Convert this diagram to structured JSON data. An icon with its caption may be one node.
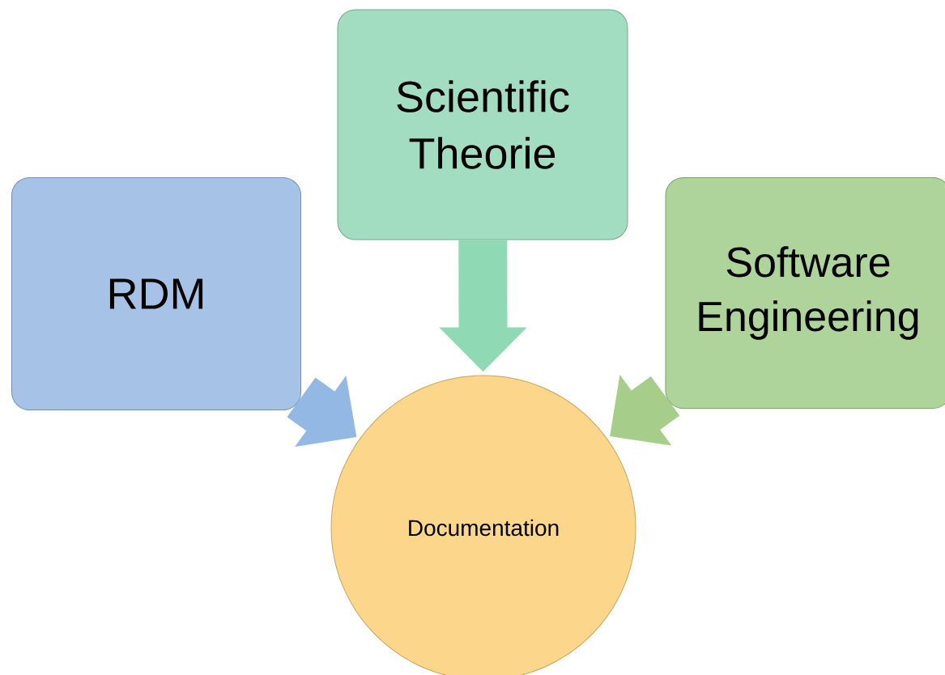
{
  "diagram": {
    "nodes": [
      {
        "text": [
          "Scientific Theorie"
        ]
      },
      {
        "text": [
          "RDM"
        ]
      },
      {
        "text": [
          "Software Engineering"
        ]
      },
      {
        "text": [
          "Documentation"
        ]
      }
    ],
    "edges": [
      {
        "from": 0,
        "to": 3,
        "arrow": "to",
        "color": "#8fd9b4"
      },
      {
        "from": 1,
        "to": 3,
        "arrow": "to",
        "color": "#94b8e4"
      },
      {
        "from": 2,
        "to": 3,
        "arrow": "to",
        "color": "#a6cd8a"
      }
    ]
  }
}
